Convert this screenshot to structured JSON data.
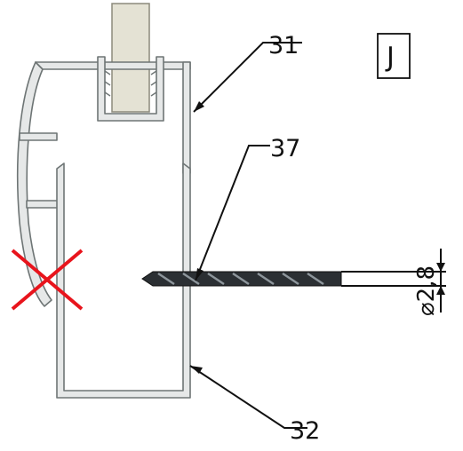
{
  "view_label": "J",
  "callouts": {
    "frame_upper": "31",
    "drill_point": "37",
    "frame_lower": "32"
  },
  "dimension": {
    "text": "⌀2,8"
  },
  "symbols": {
    "prohibited_mark": "red-cross-icon"
  },
  "colors": {
    "cross": "#e8141c",
    "drill_bit": "#2b2f33",
    "glass_panel": "#e4e2d4",
    "profile_fill": "#e6e8e8",
    "profile_stroke": "#6e7575"
  }
}
